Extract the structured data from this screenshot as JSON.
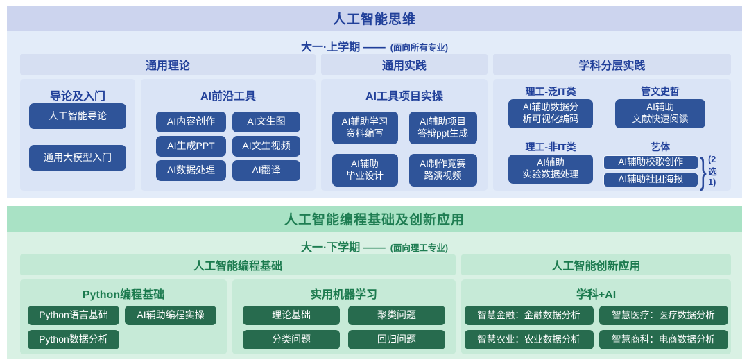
{
  "colors": {
    "top_titlebar_bg": "#ccd4ee",
    "top_body_bg": "#e3ecf9",
    "top_strip_bg": "#d6dff2",
    "top_panel_bg": "#dae4f6",
    "top_text": "#21409a",
    "top_button_bg": "#2f5499",
    "bottom_titlebar_bg": "#a9e2c5",
    "bottom_body_bg": "#d9f1e4",
    "bottom_strip_bg": "#c3e9d5",
    "bottom_text": "#1b7a4e",
    "bottom_button_bg": "#276b4e",
    "button_text": "#ffffff"
  },
  "top": {
    "title": "人工智能思维",
    "subtitle_main": "大一·上学期 ——",
    "subtitle_note": "(面向所有专业)",
    "columns": [
      {
        "header": "通用理论",
        "panels": [
          {
            "title": "导论及入门",
            "buttons": [
              "人工智能导论",
              "通用大模型入门"
            ]
          },
          {
            "title": "AI前沿工具",
            "buttons": [
              "AI内容创作",
              "AI文生图",
              "AI生成PPT",
              "AI文生视频",
              "AI数据处理",
              "AI翻译"
            ]
          }
        ]
      },
      {
        "header": "通用实践",
        "panels": [
          {
            "title": "AI工具项目实操",
            "buttons": [
              "AI辅助学习\n资料编写",
              "AI辅助项目\n答辩ppt生成",
              "AI辅助\n毕业设计",
              "AI制作竞赛\n路演视频"
            ]
          }
        ]
      },
      {
        "header": "学科分层实践",
        "groups": [
          {
            "label": "理工-泛IT类",
            "button": "AI辅助数据分\n析可视化编码"
          },
          {
            "label": "管文史哲",
            "button": "AI辅助\n文献快速阅读"
          },
          {
            "label": "理工-非IT类",
            "button": "AI辅助\n实验数据处理"
          },
          {
            "label": "艺体",
            "buttons": [
              "AI辅助校歌创作",
              "AI辅助社团海报"
            ],
            "brace": "}",
            "note": "(2选1)"
          }
        ]
      }
    ]
  },
  "bottom": {
    "title": "人工智能编程基础及创新应用",
    "subtitle_main": "大一·下学期 ——",
    "subtitle_note": "(面向理工专业)",
    "headers": [
      "人工智能编程基础",
      "人工智能创新应用"
    ],
    "panels": [
      {
        "title": "Python编程基础",
        "buttons": [
          "Python语言基础",
          "AI辅助编程实操",
          "Python数据分析"
        ]
      },
      {
        "title": "实用机器学习",
        "buttons": [
          "理论基础",
          "聚类问题",
          "分类问题",
          "回归问题"
        ]
      },
      {
        "title": "学科+AI",
        "buttons": [
          "智慧金融：金融数据分析",
          "智慧医疗：医疗数据分析",
          "智慧农业：农业数据分析",
          "智慧商科：电商数据分析"
        ]
      }
    ]
  }
}
